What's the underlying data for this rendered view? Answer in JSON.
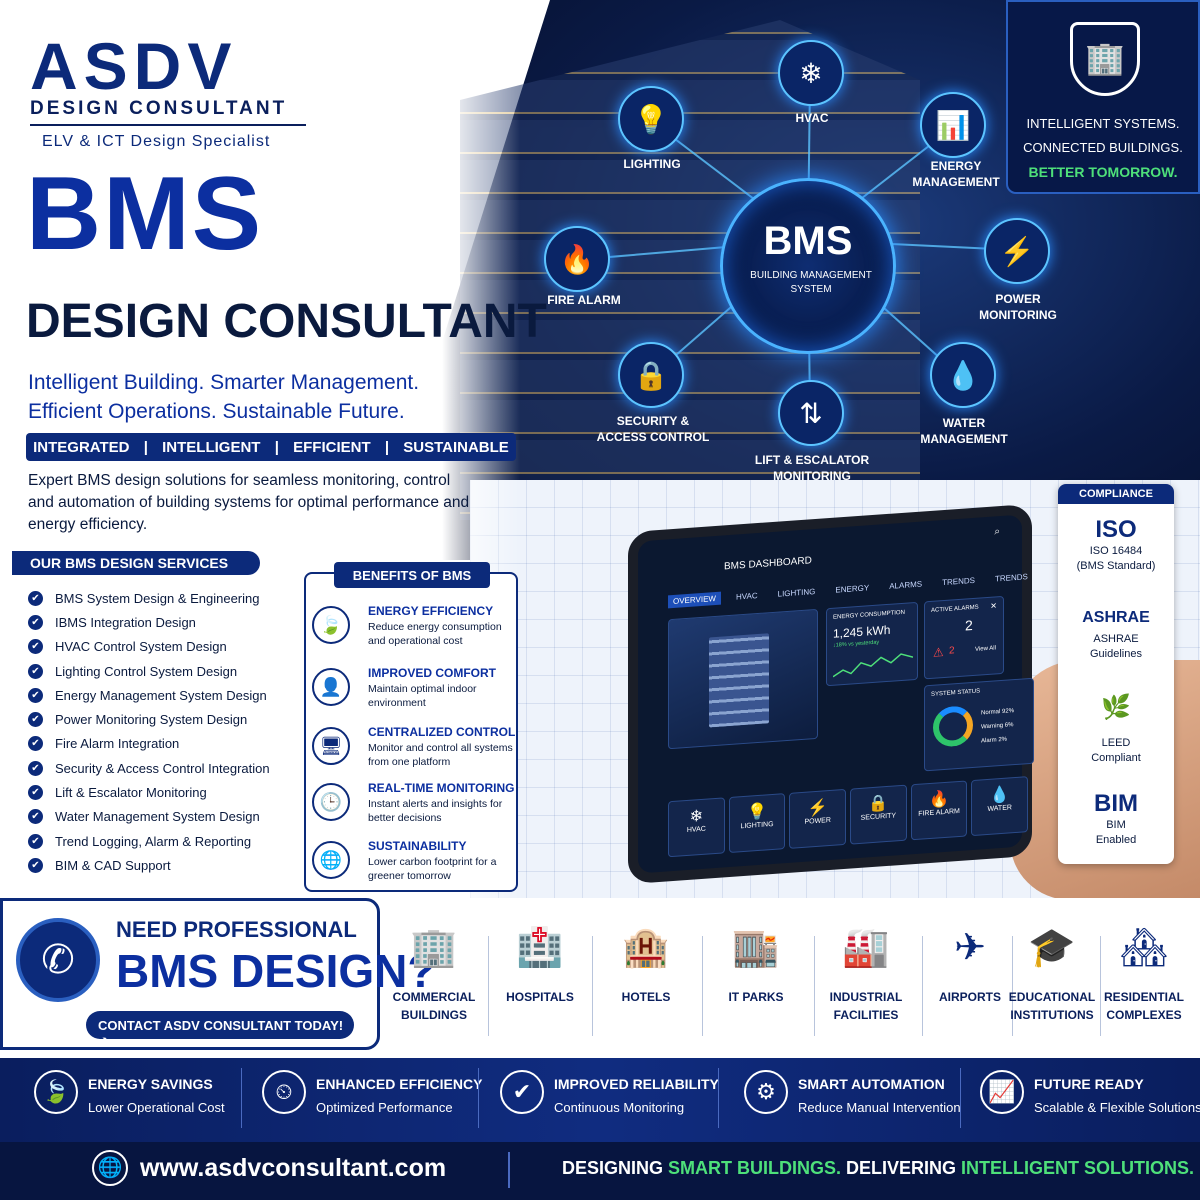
{
  "brand": {
    "logo": "ASDV",
    "subtitle": "DESIGN CONSULTANT",
    "tagline": "ELV & ICT Design Specialist"
  },
  "hero": {
    "title": "BMS",
    "subtitle": "DESIGN CONSULTANT",
    "tagline_1": "Intelligent Building.  Smarter Management.",
    "tagline_2": "Efficient Operations.  Sustainable Future.",
    "pills": [
      "INTEGRATED",
      "INTELLIGENT",
      "EFFICIENT",
      "SUSTAINABLE"
    ],
    "description": "Expert BMS design solutions for seamless monitoring, control and automation of building systems for optimal performance and energy efficiency."
  },
  "motto": {
    "line1": "INTELLIGENT SYSTEMS.",
    "line2": "CONNECTED BUILDINGS.",
    "line3": "BETTER TOMORROW."
  },
  "hub": {
    "title": "BMS",
    "subtitle": "BUILDING MANAGEMENT SYSTEM"
  },
  "nodes": [
    {
      "label": "LIGHTING",
      "icon": "lamp-icon",
      "glyph": "💡"
    },
    {
      "label": "HVAC",
      "icon": "snowflake-icon",
      "glyph": "❄"
    },
    {
      "label": "ENERGY MANAGEMENT",
      "icon": "bar-chart-icon",
      "glyph": "📊"
    },
    {
      "label": "FIRE ALARM",
      "icon": "flame-icon",
      "glyph": "🔥"
    },
    {
      "label": "POWER MONITORING",
      "icon": "lightning-icon",
      "glyph": "⚡"
    },
    {
      "label": "SECURITY & ACCESS CONTROL",
      "icon": "padlock-icon",
      "glyph": "🔒"
    },
    {
      "label": "LIFT & ESCALATOR MONITORING",
      "icon": "elevator-icon",
      "glyph": "⇅"
    },
    {
      "label": "WATER MANAGEMENT",
      "icon": "water-drop-icon",
      "glyph": "💧"
    }
  ],
  "services": {
    "heading": "OUR BMS DESIGN SERVICES",
    "items": [
      "BMS System Design & Engineering",
      "IBMS Integration Design",
      "HVAC Control System Design",
      "Lighting Control System Design",
      "Energy Management System Design",
      "Power Monitoring System Design",
      "Fire Alarm Integration",
      "Security & Access Control Integration",
      "Lift & Escalator Monitoring",
      "Water Management System Design",
      "Trend Logging, Alarm & Reporting",
      "BIM & CAD Support"
    ]
  },
  "benefits": {
    "heading": "BENEFITS OF BMS",
    "items": [
      {
        "title": "ENERGY EFFICIENCY",
        "desc": "Reduce energy consumption and operational cost",
        "icon": "leaf-icon",
        "glyph": "🍃"
      },
      {
        "title": "IMPROVED COMFORT",
        "desc": "Maintain optimal indoor environment",
        "icon": "person-icon",
        "glyph": "👤"
      },
      {
        "title": "CENTRALIZED CONTROL",
        "desc": "Monitor and control all systems from one platform",
        "icon": "monitor-icon",
        "glyph": "🖥"
      },
      {
        "title": "REAL-TIME MONITORING",
        "desc": "Instant alerts and insights for better decisions",
        "icon": "clock-icon",
        "glyph": "🕒"
      },
      {
        "title": "SUSTAINABILITY",
        "desc": "Lower carbon footprint for a greener tomorrow",
        "icon": "globe-icon",
        "glyph": "🌐"
      }
    ]
  },
  "dashboard": {
    "title": "BMS DASHBOARD",
    "tabs": [
      "OVERVIEW",
      "HVAC",
      "LIGHTING",
      "ENERGY",
      "ALARMS",
      "TRENDS",
      "TRENDS"
    ],
    "energy_label": "ENERGY CONSUMPTION",
    "energy_value": "1,245 kWh",
    "energy_delta": "↓18% vs yesterday",
    "alarms_label": "ACTIVE ALARMS",
    "alarms_count": "2",
    "alarms_warn": "2",
    "view_all": "View All",
    "status_label": "SYSTEM STATUS",
    "status": [
      {
        "name": "Normal",
        "pct": "92%"
      },
      {
        "name": "Warning",
        "pct": "6%"
      },
      {
        "name": "Alarm",
        "pct": "2%"
      }
    ],
    "bottom_tiles": [
      "HVAC",
      "LIGHTING",
      "POWER",
      "SECURITY",
      "FIRE ALARM",
      "WATER"
    ]
  },
  "compliance": {
    "heading": "COMPLIANCE",
    "items": [
      {
        "logo": "ISO",
        "name": "ISO 16484",
        "note": "(BMS Standard)"
      },
      {
        "logo": "ASHRAE",
        "name": "ASHRAE",
        "note": "Guidelines"
      },
      {
        "logo": "🌿",
        "name": "LEED",
        "note": "Compliant"
      },
      {
        "logo": "BIM",
        "name": "BIM",
        "note": "Enabled"
      }
    ]
  },
  "cta": {
    "line1": "NEED PROFESSIONAL",
    "line2": "BMS DESIGN?",
    "button": "CONTACT ASDV CONSULTANT TODAY!  ➔"
  },
  "sectors": [
    {
      "label": "COMMERCIAL BUILDINGS",
      "glyph": "🏢",
      "icon": "office-building-icon"
    },
    {
      "label": "HOSPITALS",
      "glyph": "🏥",
      "icon": "hospital-icon"
    },
    {
      "label": "HOTELS",
      "glyph": "🏨",
      "icon": "hotel-icon"
    },
    {
      "label": "IT PARKS",
      "glyph": "🏬",
      "icon": "it-park-icon"
    },
    {
      "label": "INDUSTRIAL FACILITIES",
      "glyph": "🏭",
      "icon": "factory-icon"
    },
    {
      "label": "AIRPORTS",
      "glyph": "✈",
      "icon": "airplane-icon"
    },
    {
      "label": "EDUCATIONAL INSTITUTIONS",
      "glyph": "🎓",
      "icon": "graduation-cap-icon"
    },
    {
      "label": "RESIDENTIAL COMPLEXES",
      "glyph": "🏘",
      "icon": "residential-icon"
    }
  ],
  "features": [
    {
      "title": "ENERGY SAVINGS",
      "desc": "Lower Operational Cost",
      "glyph": "🍃",
      "icon": "leaf-icon"
    },
    {
      "title": "ENHANCED EFFICIENCY",
      "desc": "Optimized Performance",
      "glyph": "⏲",
      "icon": "gauge-icon"
    },
    {
      "title": "IMPROVED RELIABILITY",
      "desc": "Continuous Monitoring",
      "glyph": "✔",
      "icon": "shield-check-icon"
    },
    {
      "title": "SMART AUTOMATION",
      "desc": "Reduce Manual Intervention",
      "glyph": "⚙",
      "icon": "gear-icon"
    },
    {
      "title": "FUTURE READY",
      "desc": "Scalable & Flexible Solutions",
      "glyph": "📈",
      "icon": "growth-chart-icon"
    }
  ],
  "footer": {
    "website": "www.asdvconsultant.com",
    "slogan_a": "DESIGNING ",
    "slogan_b": "SMART BUILDINGS.",
    "slogan_c": "  DELIVERING ",
    "slogan_d": "INTELLIGENT SOLUTIONS."
  },
  "colors": {
    "primary": "#0c2a7a",
    "accent": "#0c2fa0",
    "highlight": "#4ee07a",
    "glow": "#4ab3ff"
  }
}
